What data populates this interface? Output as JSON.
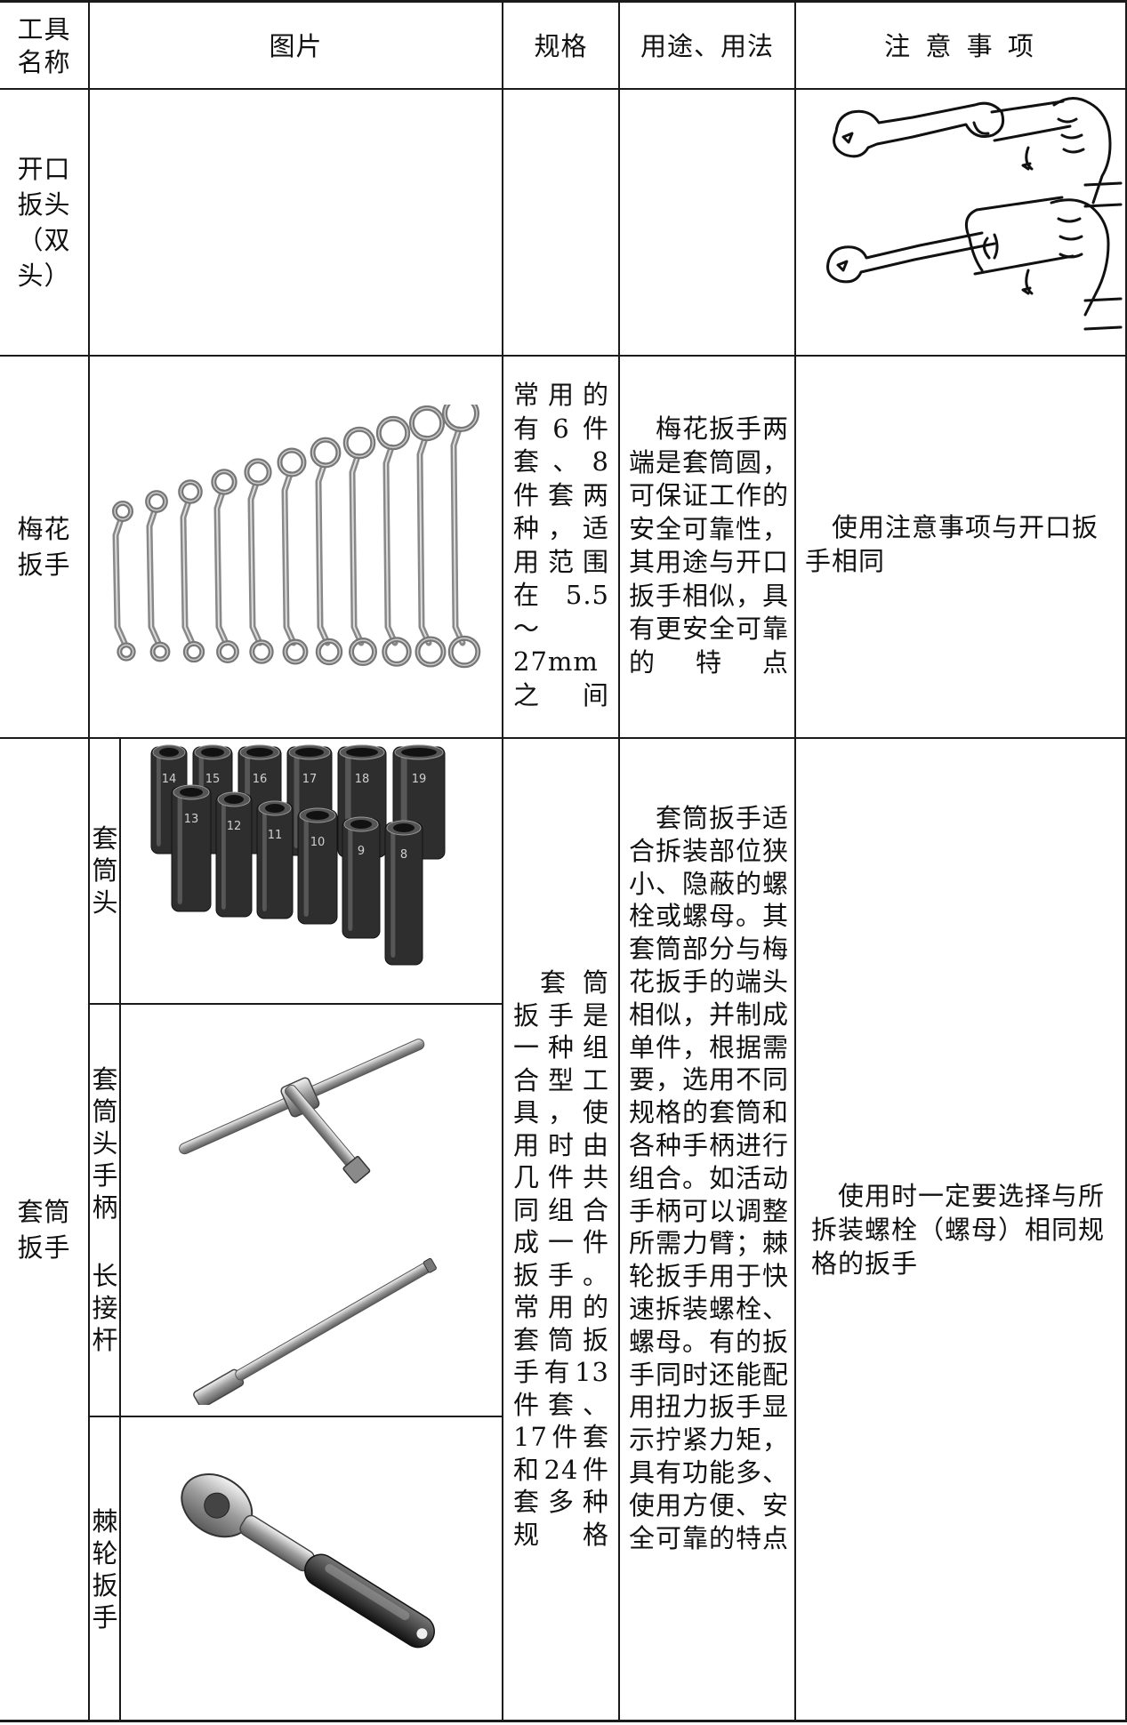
{
  "header": {
    "name": "工具\n名称",
    "picture": "图片",
    "spec": "规格",
    "usage": "用途、用法",
    "notes": "注 意 事 项"
  },
  "rows": {
    "open_wrench": {
      "name": "开口\n扳头\n（双头）"
    },
    "ring_wrench": {
      "name": "梅花\n扳手",
      "spec": "常用的有6件套、8件套两种，适用范围在5.5～27mm之间",
      "usage": "梅花扳手两端是套筒圆，可保证工作的安全可靠性，其用途与开口扳手相似，具有更安全可靠的特点",
      "notes": "使用注意事项与开口扳手相同"
    },
    "socket_wrench": {
      "name": "套筒\n扳手",
      "sub_socket": "套筒头",
      "sub_handle": "套筒头手柄",
      "sub_ext": "长接杆",
      "sub_ratchet": "棘轮扳手",
      "spec": "套筒扳手是一种组合型工具，使用时由几件共同组合成一件扳手。常用的套筒扳手有13件套、17件套和24件套多种规格",
      "usage": "套筒扳手适合拆装部位狭小、隐蔽的螺栓或螺母。其套筒部分与梅花扳手的端头相似，并制成单件，根据需要，选用不同规格的套筒和各种手柄进行组合。如活动手柄可以调整所需力臂；棘轮扳手用于快速拆装螺栓、螺母。有的扳手同时还能配用扭力扳手显示拧紧力矩，具有功能多、使用方便、安全可靠的特点",
      "notes": "使用时一定要选择与所拆装螺栓（螺母）相同规格的扳手",
      "socket_labels": [
        "14",
        "15",
        "16",
        "17",
        "18",
        "19",
        "13",
        "12",
        "11",
        "10",
        "9",
        "8"
      ]
    }
  }
}
